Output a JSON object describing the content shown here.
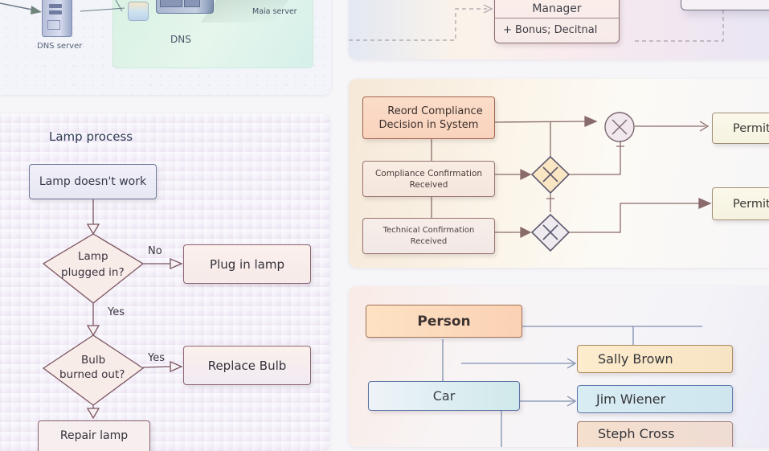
{
  "network_diagram": {
    "labels": {
      "dns_server": "DNS server",
      "dns": "DNS",
      "mail_server": "Maia server"
    },
    "icons": [
      "dns-server-tower-icon",
      "database-icon",
      "dns-server-rack-icon",
      "mail-server-icon"
    ],
    "zone_color": "#d9f0e3"
  },
  "uml_diagram": {
    "class_name": "Manager",
    "attribute": "+ Bonus; Decitnal"
  },
  "lamp_flowchart": {
    "title": "Lamp process",
    "start": "Lamp doesn't work",
    "decision1": {
      "line1": "Lamp",
      "line2": "plugged in?"
    },
    "decision1_no_label": "No",
    "action1": "Plug in lamp",
    "decision1_yes_label": "Yes",
    "decision2": {
      "line1": "Bulb",
      "line2": "burned out?"
    },
    "decision2_yes_label": "Yes",
    "action2": "Replace Bulb",
    "action3": "Repair lamp"
  },
  "bpmn_diagram": {
    "task_main": {
      "line1": "Reord Compliance",
      "line2": "Decision in System"
    },
    "event1": {
      "line1": "Compliance Confirmation",
      "line2": "Received"
    },
    "event2": {
      "line1": "Technical Confirmation",
      "line2": "Received"
    },
    "outputs": [
      "Permit",
      "Permit"
    ],
    "gateway_icons": [
      "exclusive-gateway-icon",
      "exclusive-gateway-icon",
      "exclusive-gateway-icon"
    ]
  },
  "org_diagram": {
    "person": "Person",
    "car": "Car",
    "children": [
      "Sally Brown",
      "Jim Wiener",
      "Steph Cross"
    ]
  },
  "colors": {
    "lamp_stroke": "#7a5560",
    "bpmn_stroke": "#8a6b6b",
    "org_stroke": "#7d8fb0"
  }
}
